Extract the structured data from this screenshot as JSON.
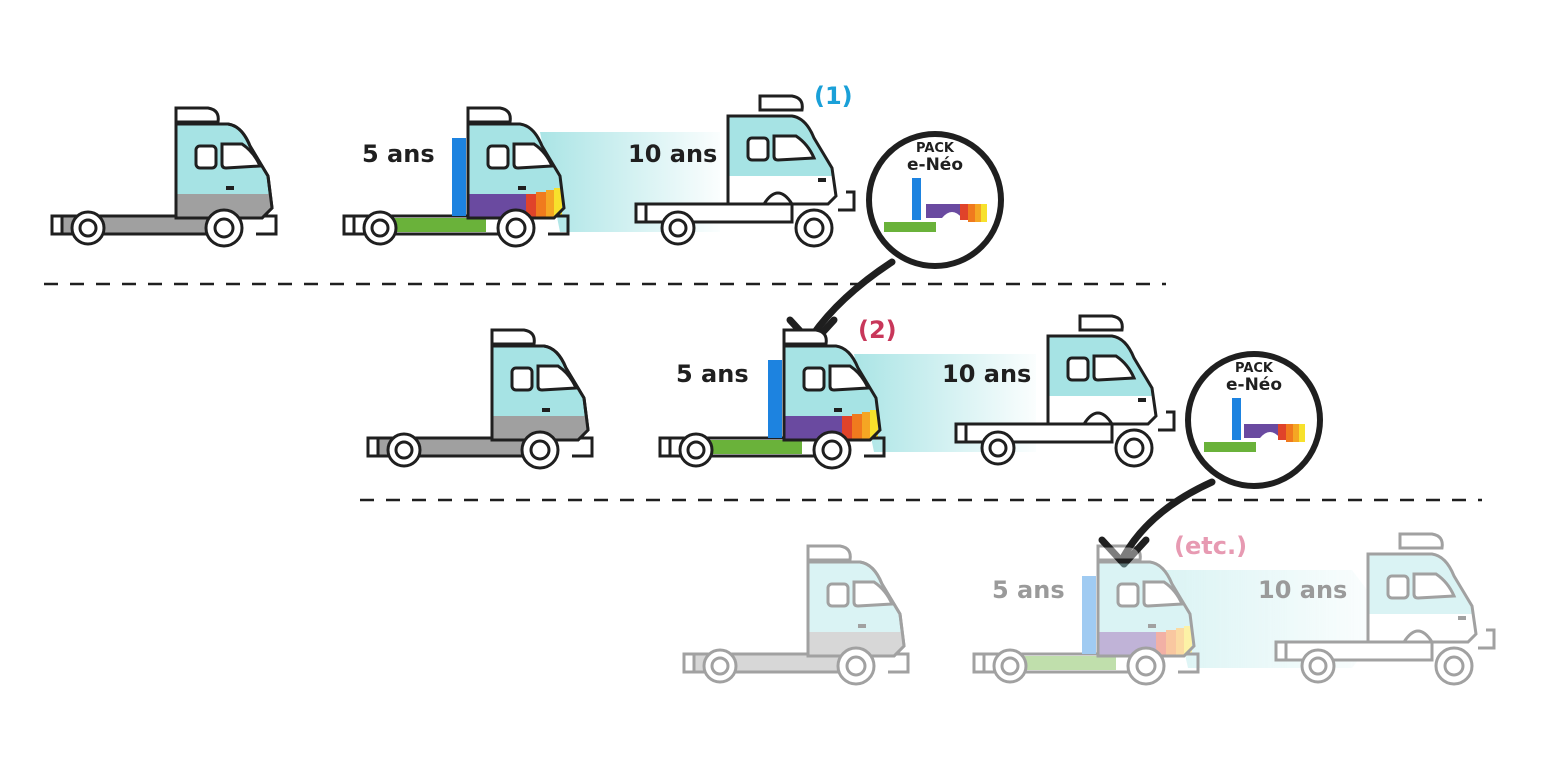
{
  "rows": [
    {
      "step_marker": "(1)",
      "label_5y": "5 ans",
      "label_10y": "10 ans",
      "pack": {
        "line1": "PACK",
        "line2": "e-Néo"
      }
    },
    {
      "step_marker": "(2)",
      "label_5y": "5 ans",
      "label_10y": "10 ans",
      "pack": {
        "line1": "PACK",
        "line2": "e-Néo"
      }
    },
    {
      "step_marker": "(etc.)",
      "label_5y": "5 ans",
      "label_10y": "10 ans"
    }
  ],
  "colors": {
    "cab": "#a6e3e4",
    "outline": "#1f1f1f",
    "chassis_grey": "#a0a0a0",
    "battery_green": "#6ab23a",
    "pillar_blue": "#1d83e0",
    "purple": "#6a4aa0",
    "step1": "#1aa0d8",
    "step2": "#c8375a",
    "step3": "#e79ab2",
    "faded_text": "#9a9a9a"
  }
}
